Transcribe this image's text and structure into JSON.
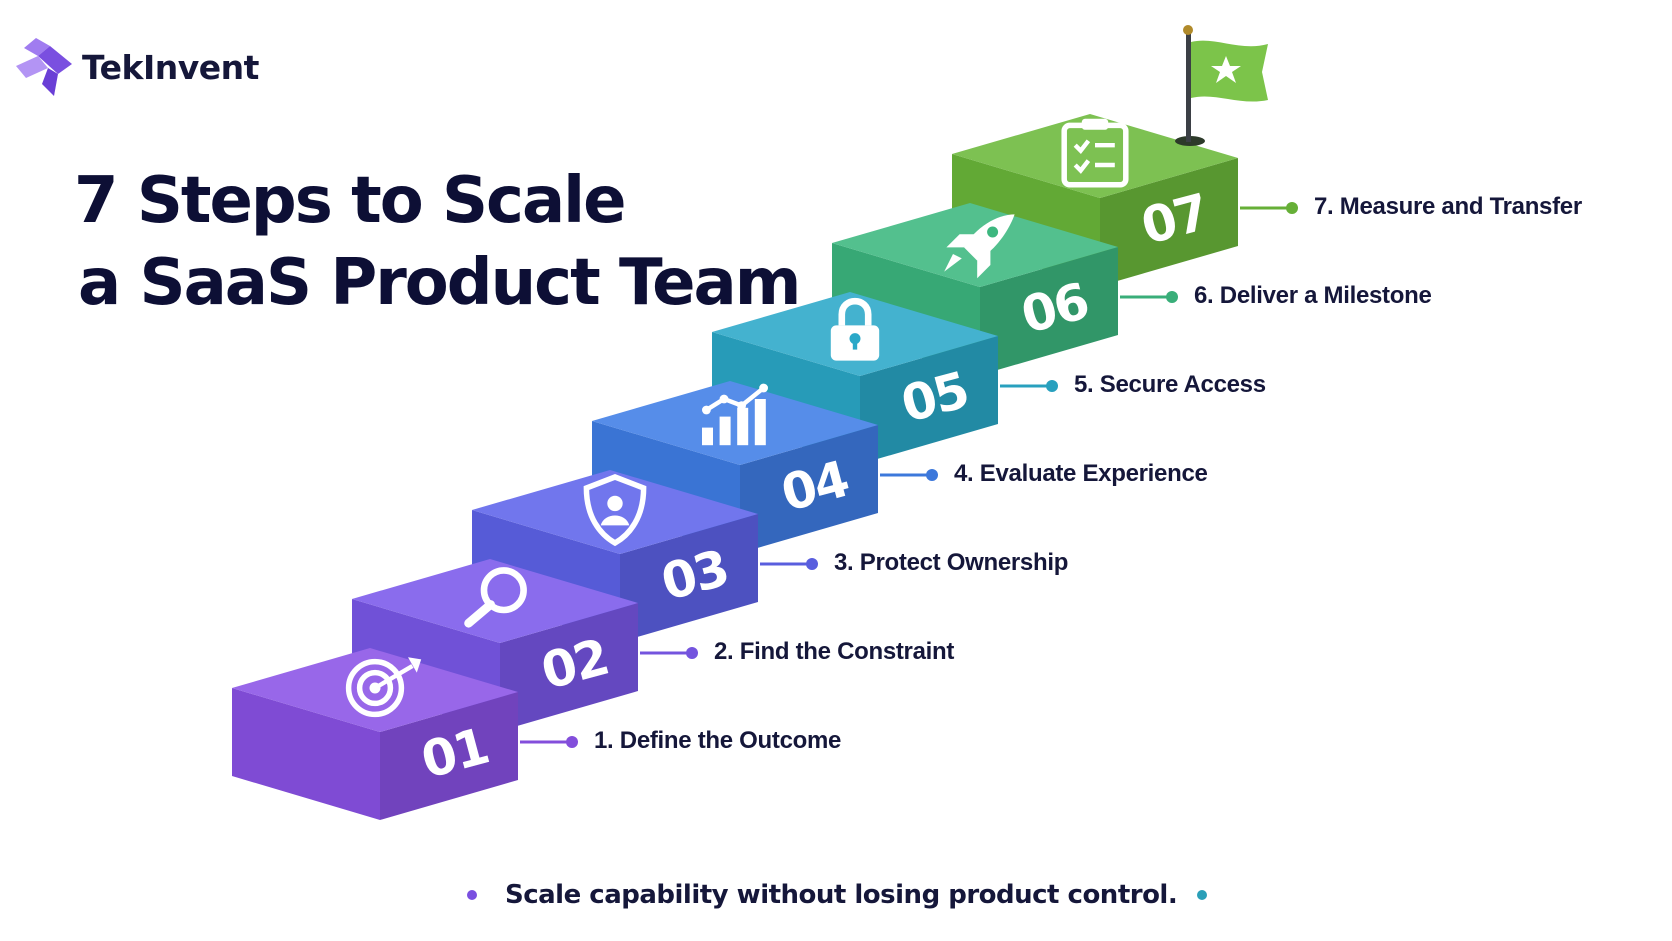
{
  "brand": {
    "name": "TekInvent"
  },
  "title": {
    "line1": "7 Steps to Scale",
    "line2": "a SaaS Product Team"
  },
  "steps": [
    {
      "number": "01",
      "label": "1. Define the Outcome",
      "icon": "target-icon",
      "color": "#8a52e6"
    },
    {
      "number": "02",
      "label": "2. Find the Constraint",
      "icon": "magnifier-icon",
      "color": "#7a58ea"
    },
    {
      "number": "03",
      "label": "3. Protect Ownership",
      "icon": "shield-user-icon",
      "color": "#5e63ea"
    },
    {
      "number": "04",
      "label": "4. Evaluate Experience",
      "icon": "growth-chart-icon",
      "color": "#3f7ee6"
    },
    {
      "number": "05",
      "label": "5. Secure Access",
      "icon": "lock-icon",
      "color": "#2aa8c8"
    },
    {
      "number": "06",
      "label": "6. Deliver a Milestone",
      "icon": "rocket-icon",
      "color": "#3cb77f"
    },
    {
      "number": "07",
      "label": "7. Measure and Transfer",
      "icon": "checklist-icon",
      "color": "#6bb83a"
    }
  ],
  "flag": {
    "icon": "star-flag-icon",
    "color": "#7cc44a"
  },
  "footer": {
    "text": "Scale capability without losing product control."
  }
}
